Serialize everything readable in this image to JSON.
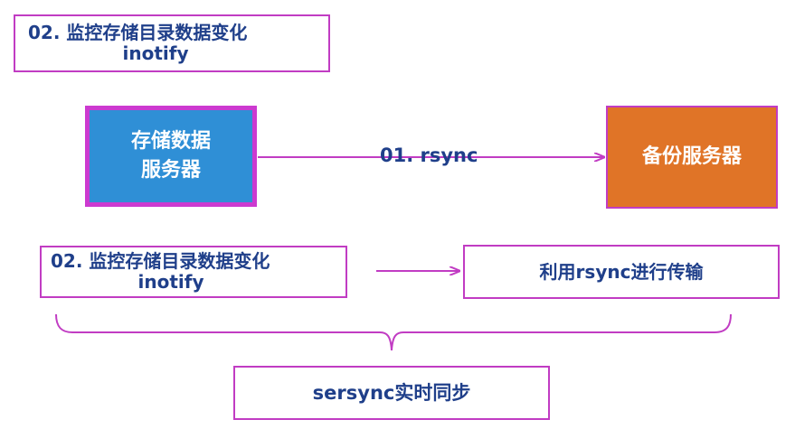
{
  "diagram": {
    "top_box": {
      "title": "02. 监控存储目录数据变化",
      "subtitle": "inotify"
    },
    "storage_server": {
      "line1": "存储数据",
      "line2": "服务器"
    },
    "backup_server": {
      "label": "备份服务器"
    },
    "rsync_edge": {
      "label": "01. rsync"
    },
    "monitor_box": {
      "title": "02. 监控存储目录数据变化",
      "subtitle": "inotify"
    },
    "transfer_box": {
      "label": "利用rsync进行传输"
    },
    "sersync_box": {
      "label": "sersync实时同步"
    },
    "colors": {
      "box_border": "#c13cc3",
      "text_blue": "#1f3f8a",
      "storage_fill": "#2f8fd6",
      "backup_fill": "#e07427"
    }
  }
}
